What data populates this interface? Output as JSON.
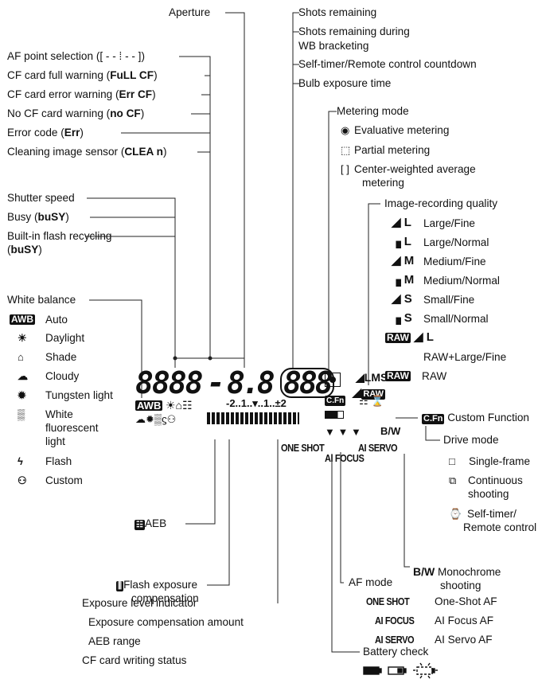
{
  "labels": {
    "aperture": "Aperture",
    "shots_remaining": "Shots remaining",
    "shots_wb_1": "Shots remaining during",
    "shots_wb_2": "WB bracketing",
    "selftimer_countdown": "Self-timer/Remote control countdown",
    "bulb_time": "Bulb exposure time",
    "af_point_selection": "AF point selection ([ - - ⁞ - - ])",
    "card_full_pre": "CF card full warning (",
    "card_full_code": "FuLL CF",
    "card_error_pre": "CF card error warning (",
    "card_error_code": "Err CF",
    "no_card_pre": "No CF card warning (",
    "no_card_code": "no CF",
    "error_code_pre": "Error code (",
    "error_code_code": "Err",
    "cleaning_pre": "Cleaning image sensor (",
    "cleaning_code": "CLEA n",
    "close_paren": ")",
    "shutter_speed": "Shutter speed",
    "busy_pre": "Busy (",
    "busy_code": "buSY",
    "flash_recycling_1": "Built-in flash recycling",
    "flash_recycling_2_code": "buSY",
    "open_paren": "(",
    "white_balance": "White balance",
    "metering_mode": "Metering mode",
    "image_quality": "Image-recording quality",
    "custom_function": "Custom Function",
    "drive_mode": "Drive mode",
    "aeb": "AEB",
    "flash_exp_comp_1": "Flash exposure",
    "flash_exp_comp_2": "compensation",
    "exposure_level": "Exposure level indicator",
    "exposure_comp_amount": "Exposure compensation amount",
    "aeb_range": "AEB range",
    "card_writing": "CF card writing status",
    "af_mode": "AF mode",
    "battery_check": "Battery check",
    "one_shot_lcd": "ONE SHOT",
    "ai_focus_lcd": "AI FOCUS",
    "ai_servo_lcd": "AI SERVO"
  },
  "white_balance_items": [
    {
      "icon": "AWB",
      "label": "Auto"
    },
    {
      "icon": "☀",
      "label": "Daylight"
    },
    {
      "icon": "⌂",
      "label": "Shade"
    },
    {
      "icon": "☁",
      "label": "Cloudy"
    },
    {
      "icon": "✹",
      "label": "Tungsten light"
    },
    {
      "icon": "▒",
      "label": "White"
    },
    {
      "icon": "",
      "label": "fluorescent"
    },
    {
      "icon": "",
      "label": "light"
    },
    {
      "icon": "ϟ",
      "label": "Flash"
    },
    {
      "icon": "⚇",
      "label": "Custom"
    }
  ],
  "metering_items": [
    {
      "label": "Evaluative metering"
    },
    {
      "label": "Partial metering"
    },
    {
      "label": "Center-weighted average"
    },
    {
      "label": "metering"
    }
  ],
  "quality_items": [
    {
      "icon": "L",
      "label": "Large/Fine"
    },
    {
      "icon": "L",
      "label": "Large/Normal"
    },
    {
      "icon": "M",
      "label": "Medium/Fine"
    },
    {
      "icon": "M",
      "label": "Medium/Normal"
    },
    {
      "icon": "S",
      "label": "Small/Fine"
    },
    {
      "icon": "S",
      "label": "Small/Normal"
    },
    {
      "icon": "RAW",
      "label": "RAW+Large/Fine"
    },
    {
      "icon": "RAW",
      "label": "RAW"
    }
  ],
  "drive_items": [
    {
      "label": "Single-frame"
    },
    {
      "label": "Continuous"
    },
    {
      "label": "shooting"
    },
    {
      "label": "Self-timer/"
    },
    {
      "label": "Remote control"
    }
  ],
  "monochrome": {
    "icon": "B/W",
    "label_1": "Monochrome",
    "label_2": "shooting"
  },
  "af_modes": [
    {
      "code": "ONE SHOT",
      "label": "One-Shot AF"
    },
    {
      "code": "AI FOCUS",
      "label": "AI Focus AF"
    },
    {
      "code": "AI SERVO",
      "label": "AI Servo AF"
    }
  ],
  "lcd": {
    "shutter_digits": "8888",
    "dash": "-",
    "aperture_digits": "8.8",
    "shots_digits": "888",
    "awb": "AWB",
    "lms": "LMS",
    "raw": "RAW",
    "cfn": "C.Fn",
    "bw": "B/W",
    "scale": "-2..1..▾..1..±2"
  }
}
